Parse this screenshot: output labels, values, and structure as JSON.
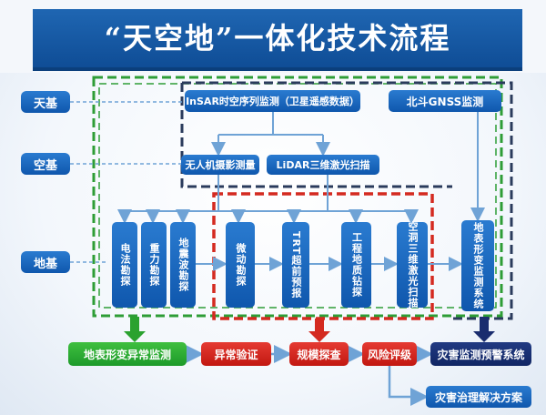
{
  "title": "“天空地”一体化技术流程",
  "levels": {
    "tianji": "天基",
    "kongji": "空基",
    "diji": "地基"
  },
  "space": {
    "insar": "InSAR时空序列监测（卫星遥感数据）",
    "beidou": "北斗GNSS监测"
  },
  "air": {
    "uav": "无人机摄影测量",
    "lidar": "LiDAR三维激光扫描"
  },
  "ground": {
    "electric": "电法勘探",
    "gravity": "重力勘探",
    "seismic": "地震波勘探",
    "microseismic": "微动勘探",
    "trt": "TRT超前预报",
    "geo_drill": "工程地质钻探",
    "cavity_scan": "空洞三维激光扫描",
    "surface_monitor": "地表形变监测系统"
  },
  "flow": {
    "anomaly_monitor": "地表形变异常监测",
    "anomaly_verify": "异常验证",
    "scale_probe": "规模探查",
    "risk_eval": "风险评级",
    "warning_system": "灾害监测预警系统",
    "solution": "灾害治理解决方案"
  },
  "colors": {
    "blue": "#1565c0",
    "green": "#2aa22f",
    "red": "#d42a20",
    "navy": "#1a2d6e",
    "title": "#1259a8"
  }
}
